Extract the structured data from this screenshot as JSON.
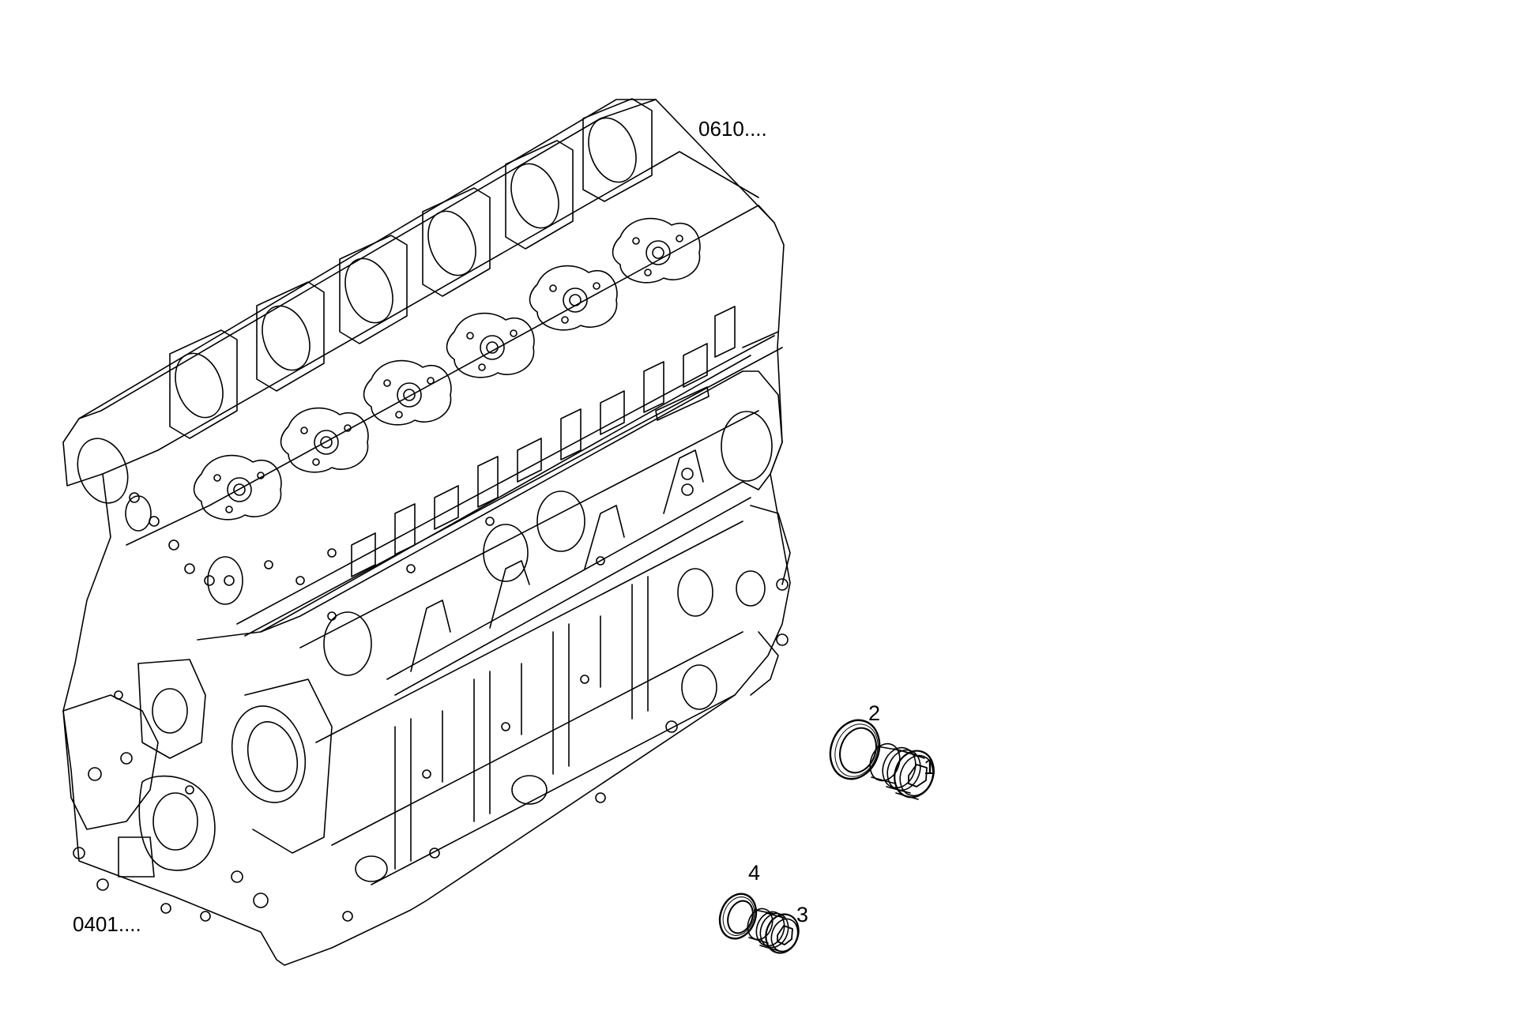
{
  "colors": {
    "line": "#000000",
    "background": "#ffffff"
  },
  "references": {
    "top": "0610....",
    "bottom": "0401...."
  },
  "callouts": {
    "part1": "1",
    "part2": "2",
    "part3": "3",
    "part4": "4"
  }
}
